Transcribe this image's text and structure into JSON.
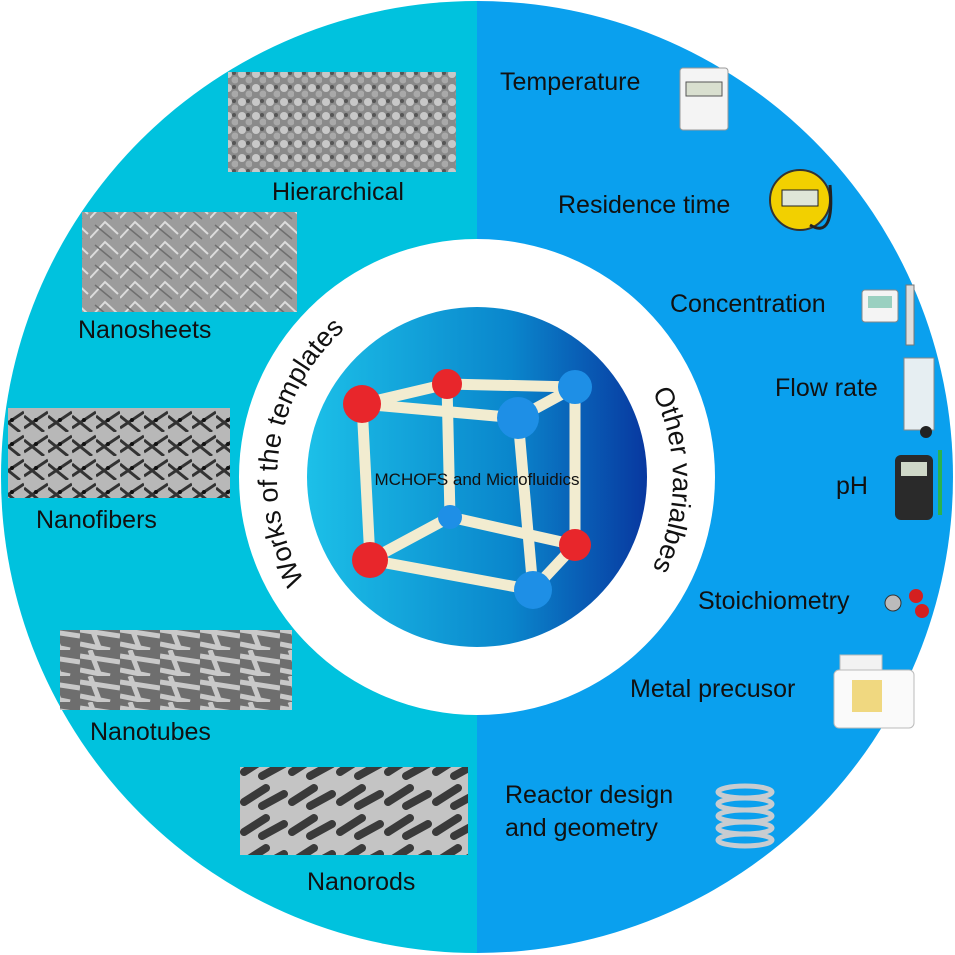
{
  "center_title": "MCHOFS and Microfluidics",
  "left_arc_title": "Works of the templates",
  "right_arc_title": "Other varialbes",
  "templates": [
    {
      "label": "Hierarchical",
      "icon": "sem-image-hierarchical"
    },
    {
      "label": "Nanosheets",
      "icon": "sem-image-nanosheets"
    },
    {
      "label": "Nanofibers",
      "icon": "tem-image-nanofibers"
    },
    {
      "label": "Nanotubes",
      "icon": "sem-image-nanotubes"
    },
    {
      "label": "Nanorods",
      "icon": "tem-image-nanorods"
    }
  ],
  "variables": [
    {
      "label": "Temperature",
      "icon": "thermometer-icon"
    },
    {
      "label": "Residence time",
      "icon": "stopwatch-icon"
    },
    {
      "label": "Concentration",
      "icon": "meter-icon"
    },
    {
      "label": "Flow rate",
      "icon": "flowmeter-icon"
    },
    {
      "label": "pH",
      "icon": "ph-meter-icon"
    },
    {
      "label": "Stoichiometry",
      "icon": "molecule-icon"
    },
    {
      "label": "Metal precusor",
      "icon": "reagent-bottle-icon"
    },
    {
      "label": "Reactor design",
      "label2": "and geometry",
      "icon": "coil-icon"
    }
  ],
  "colors": {
    "left": "#00c2de",
    "right": "#0aa0ee",
    "ring": "#ffffff",
    "core_start": "#17b8e6",
    "core_end": "#0a3fa0",
    "red": "#e8262b",
    "blue": "#1e8fe6"
  }
}
